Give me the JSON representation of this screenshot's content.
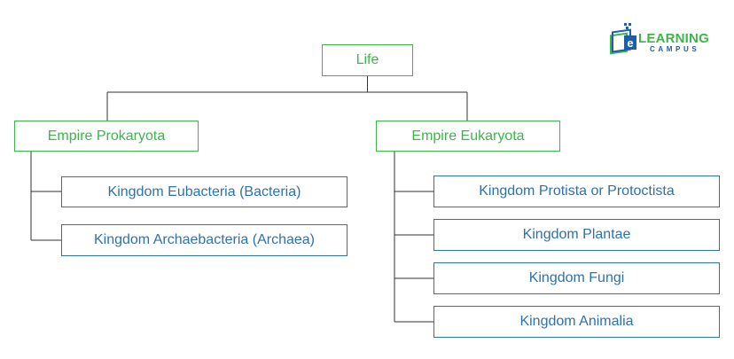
{
  "diagram": {
    "root": {
      "label": "Life"
    },
    "empires": [
      {
        "label": "Empire Prokaryota",
        "kingdoms": [
          "Kingdom Eubacteria (Bacteria)",
          "Kingdom Archaebacteria (Archaea)"
        ]
      },
      {
        "label": "Empire Eukaryota",
        "kingdoms": [
          "Kingdom Protista or Protoctista",
          "Kingdom Plantae",
          "Kingdom Fungi",
          "Kingdom Animalia"
        ]
      }
    ]
  },
  "logo": {
    "title": "LEARNING",
    "subtitle": "CAMPUS",
    "mark": "e"
  },
  "colors": {
    "green": "#3db54a",
    "blue": "#2e72ad",
    "connector": "#333333"
  }
}
